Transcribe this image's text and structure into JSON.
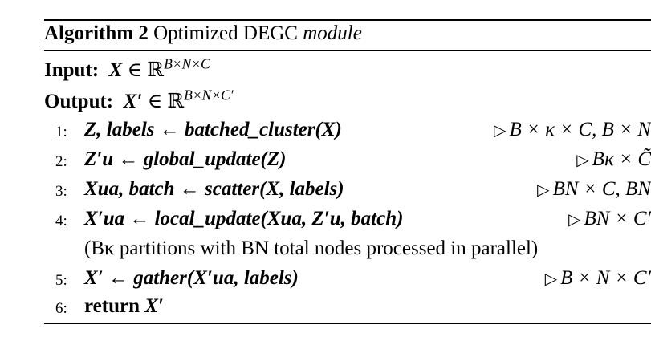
{
  "caption": {
    "label": "Algorithm 2",
    "title": "Optimized DEGC",
    "title_italic": "module"
  },
  "input": {
    "label": "Input:",
    "var": "X",
    "in": " ∈ ℝ",
    "dims": "B×N×C"
  },
  "output": {
    "label": "Output:",
    "var": "X′",
    "in": " ∈ ℝ",
    "dims": "B×N×C′"
  },
  "lines": [
    {
      "num": "1:",
      "statement": "Z, labels ← batched_cluster(X)",
      "comment_marker": "▷",
      "comment": "B × κ × C, B × N"
    },
    {
      "num": "2:",
      "statement": "Z′u ← global_update(Z)",
      "comment_marker": "▷",
      "comment": "Bκ × C̃"
    },
    {
      "num": "3:",
      "statement": "Xua, batch ← scatter(X, labels)",
      "comment_marker": "▷",
      "comment": "BN × C, BN"
    },
    {
      "num": "4:",
      "statement": "X′ua ← local_update(Xua, Z′u, batch)",
      "comment_marker": "▷",
      "comment": "BN × C′",
      "continuation": "(Bκ partitions with BN total nodes processed in parallel)"
    },
    {
      "num": "5:",
      "statement": "X′ ← gather(X′ua, labels)",
      "comment_marker": "▷",
      "comment": "B × N × C′"
    },
    {
      "num": "6:",
      "keyword": "return",
      "statement": "X′"
    }
  ]
}
